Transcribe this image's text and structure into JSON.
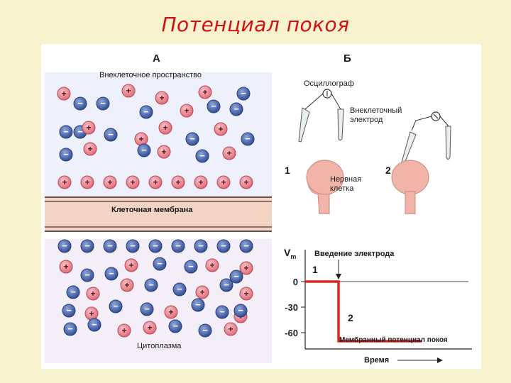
{
  "title": "Потенциал покоя",
  "panel_a": {
    "label": "А",
    "extracellular": "Внеклеточное пространство",
    "membrane": "Клеточная  мембрана",
    "cytoplasm": "Цитоплазма",
    "plus": "+",
    "minus": "−"
  },
  "panel_b": {
    "label": "Б",
    "oscilloscope": "Осциллограф",
    "electrode_line1": "Внеклеточный",
    "electrode_line2": "электрод",
    "step1": "1",
    "step2": "2",
    "cell_line1": "Нервная",
    "cell_line2": "клетка"
  },
  "graph": {
    "ylabel": "V",
    "ylabel_sub": "m",
    "annotation_insert": "Введение электрода",
    "annotation_rest": "Мембранный потенциал покоя",
    "xlabel": "Время",
    "marker1": "1",
    "marker2": "2",
    "ticks": [
      "0",
      "-30",
      "-60"
    ]
  },
  "chart_data": {
    "type": "line",
    "x": [
      0,
      1,
      1,
      3.5
    ],
    "y": [
      0,
      0,
      -70,
      -70
    ],
    "yticks": [
      0,
      -30,
      -60
    ],
    "xlabel": "Время",
    "ylabel": "Vm",
    "line_color": "#e0231d"
  },
  "colors": {
    "cation": "#e8707c",
    "anion": "#3f5fa8",
    "membrane": "#f3d3c4",
    "cell": "#f2b3a8",
    "trace": "#e0231d"
  }
}
